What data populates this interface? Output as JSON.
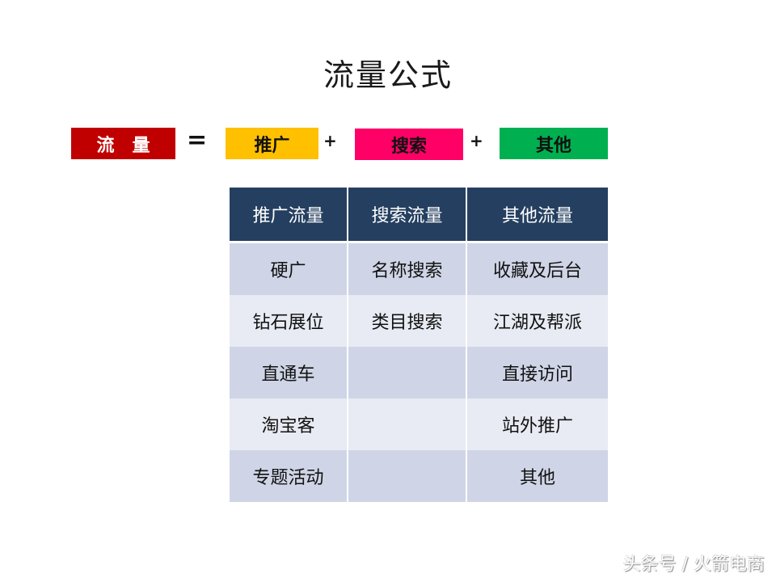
{
  "title": "流量公式",
  "formula": {
    "result": {
      "label": "流　量",
      "bg": "#c00000",
      "color": "#ffffff"
    },
    "equals": "=",
    "plus": "+",
    "terms": [
      {
        "label": "推广",
        "bg": "#ffc000",
        "color": "#111111"
      },
      {
        "label": "搜索",
        "bg": "#ff0066",
        "color": "#111111"
      },
      {
        "label": "其他",
        "bg": "#00b050",
        "color": "#111111"
      }
    ]
  },
  "table": {
    "headers": [
      "推广流量",
      "搜索流量",
      "其他流量"
    ],
    "rows": [
      [
        "硬广",
        "名称搜索",
        "收藏及后台"
      ],
      [
        "钻石展位",
        "类目搜索",
        "江湖及帮派"
      ],
      [
        "直通车",
        "",
        "直接访问"
      ],
      [
        "淘宝客",
        "",
        "站外推广"
      ],
      [
        "专题活动",
        "",
        "其他"
      ]
    ]
  },
  "watermark": "头条号 / 火箭电商"
}
